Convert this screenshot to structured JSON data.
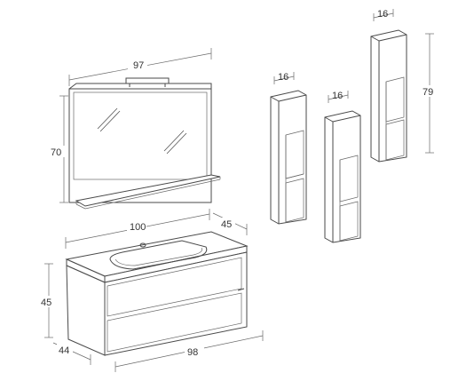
{
  "mirror": {
    "width_label": "97",
    "height_label": "70"
  },
  "column_small": {
    "width_label": "16"
  },
  "column_medium": {
    "width_label": "16"
  },
  "column_tall": {
    "width_label": "16",
    "height_label": "79"
  },
  "vanity": {
    "top_width_label": "100",
    "top_depth_label": "45",
    "height_label": "45",
    "depth_label": "44",
    "base_width_label": "98"
  }
}
